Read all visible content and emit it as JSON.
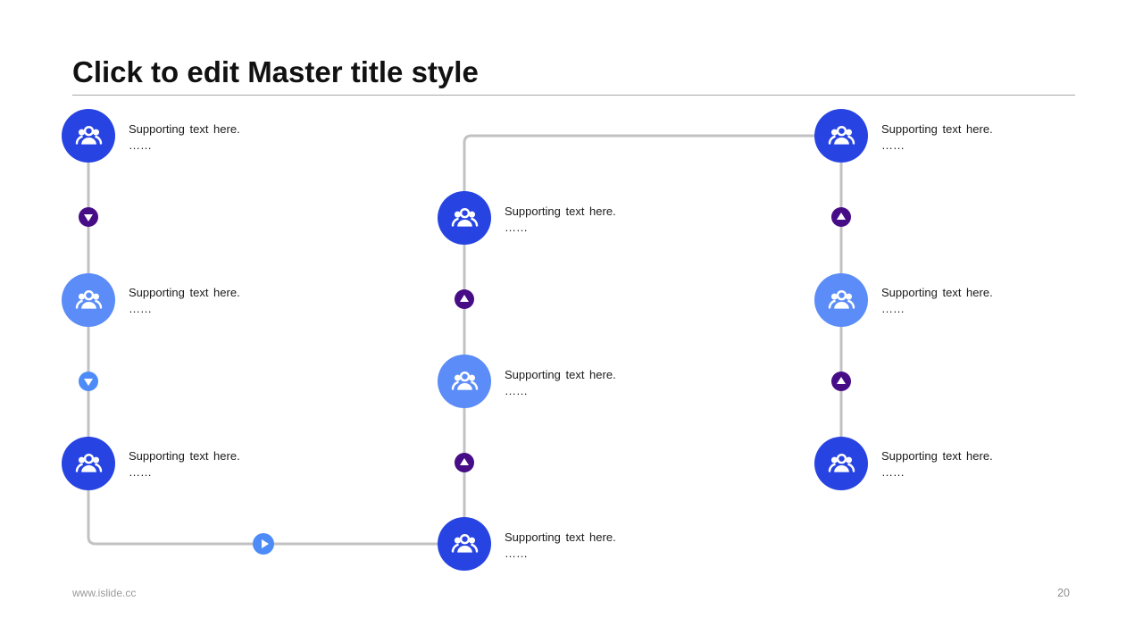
{
  "title": "Click to edit Master title style",
  "footer": {
    "website": "www.islide.cc",
    "page_number": "20"
  },
  "colors": {
    "dark_blue": "#2744E3",
    "light_blue": "#5B8CF7",
    "purple": "#470D87",
    "arrow_blue": "#4D8CF8",
    "line_gray": "#C2C2C2"
  },
  "icons": {
    "node": "people-group-icon",
    "connector_down": "arrow-down-icon",
    "connector_up": "arrow-up-icon",
    "connector_right": "arrow-right-icon"
  },
  "nodes": [
    {
      "id": "left-top",
      "line1": "Supporting text here.",
      "line2": "……",
      "color": "dark_blue"
    },
    {
      "id": "left-middle",
      "line1": "Supporting text here.",
      "line2": "……",
      "color": "light_blue"
    },
    {
      "id": "left-bottom",
      "line1": "Supporting text here.",
      "line2": "……",
      "color": "dark_blue"
    },
    {
      "id": "center-top",
      "line1": "Supporting text here.",
      "line2": "……",
      "color": "dark_blue"
    },
    {
      "id": "center-middle",
      "line1": "Supporting text here.",
      "line2": "……",
      "color": "light_blue"
    },
    {
      "id": "center-bottom",
      "line1": "Supporting text here.",
      "line2": "……",
      "color": "dark_blue"
    },
    {
      "id": "right-top",
      "line1": "Supporting text here.",
      "line2": "……",
      "color": "dark_blue"
    },
    {
      "id": "right-middle",
      "line1": "Supporting text here.",
      "line2": "……",
      "color": "light_blue"
    },
    {
      "id": "right-bottom",
      "line1": "Supporting text here.",
      "line2": "……",
      "color": "dark_blue"
    }
  ],
  "arrows": [
    {
      "id": "left-1",
      "direction": "down",
      "color": "purple"
    },
    {
      "id": "left-2",
      "direction": "down",
      "color": "arrow_blue"
    },
    {
      "id": "center-1",
      "direction": "up",
      "color": "purple"
    },
    {
      "id": "center-2",
      "direction": "up",
      "color": "purple"
    },
    {
      "id": "right-1",
      "direction": "up",
      "color": "purple"
    },
    {
      "id": "right-2",
      "direction": "up",
      "color": "purple"
    },
    {
      "id": "bottom-play",
      "direction": "right",
      "color": "arrow_blue"
    }
  ]
}
